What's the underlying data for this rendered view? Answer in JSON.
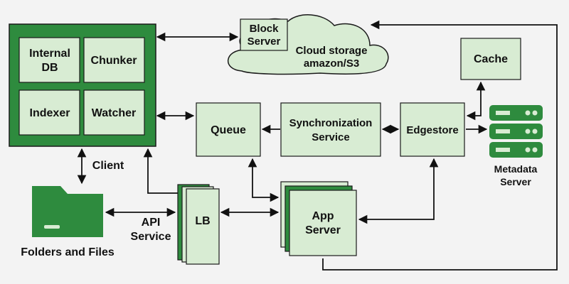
{
  "client": {
    "modules": [
      {
        "name": "internal-db-box",
        "lines": [
          "Internal",
          "DB"
        ]
      },
      {
        "name": "chunker-box",
        "lines": [
          "Chunker"
        ]
      },
      {
        "name": "indexer-box",
        "lines": [
          "Indexer"
        ]
      },
      {
        "name": "watcher-box",
        "lines": [
          "Watcher"
        ]
      }
    ],
    "label": "Client"
  },
  "cloud": {
    "block_server": [
      "Block",
      "Server"
    ],
    "storage": [
      "Cloud storage",
      "amazon/S3"
    ]
  },
  "cache": "Cache",
  "queue": "Queue",
  "sync_service": [
    "Synchronization",
    "Service"
  ],
  "edgestore": "Edgestore",
  "metadata_server": [
    "Metadata",
    "Server"
  ],
  "folders": "Folders and Files",
  "api_service": [
    "API",
    "Service"
  ],
  "lb": "LB",
  "app_server": [
    "App",
    "Server"
  ],
  "colors": {
    "dark_green": "#2e8b3e",
    "light_green": "#d8ecd3",
    "cloud_fill": "#d8ecd3",
    "stroke": "#1a1a1a",
    "background": "#f3f3f3"
  }
}
